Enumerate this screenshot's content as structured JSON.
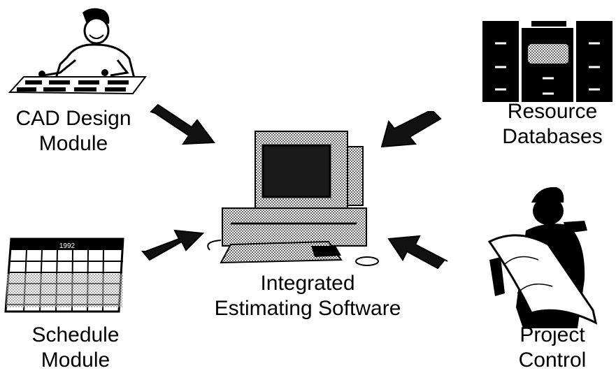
{
  "diagram": {
    "center": {
      "line1": "Integrated",
      "line2": "Estimating Software"
    },
    "cad": {
      "line1": "CAD Design",
      "line2": "Module"
    },
    "resources": {
      "line1": "Resource",
      "line2": "Databases"
    },
    "schedule": {
      "line1": "Schedule",
      "line2": "Module"
    },
    "project": {
      "line1": "Project",
      "line2": "Control"
    },
    "calendar_header": "1992"
  },
  "icons": [
    "cad-designer-icon",
    "resource-database-icon",
    "computer-workstation-icon",
    "schedule-calendar-icon",
    "project-control-icon",
    "arrow-icon"
  ],
  "colors": {
    "ink": "#000000",
    "arrow": "#111111",
    "paper": "#ffffff",
    "screen": "#1a1a1a"
  }
}
